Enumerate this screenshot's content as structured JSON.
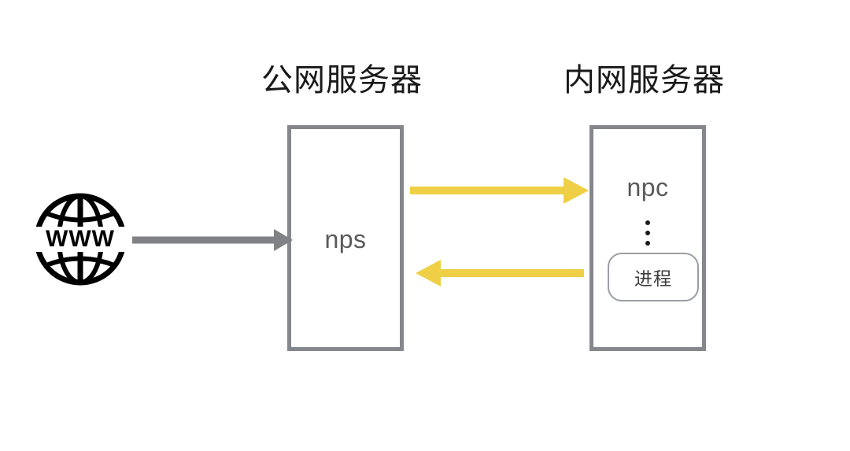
{
  "diagram": {
    "type": "network-architecture-diagram",
    "background_color": "#ffffff",
    "titles": {
      "public_server": "公网服务器",
      "private_server": "内网服务器"
    },
    "nodes": [
      {
        "id": "internet",
        "icon": "globe-www-icon",
        "label": "WWW",
        "color": "#000000"
      },
      {
        "id": "nps",
        "label": "nps",
        "border_color": "#84878c",
        "text_color": "#595959"
      },
      {
        "id": "npc",
        "label": "npc",
        "border_color": "#84878c",
        "text_color": "#595959",
        "ellipsis": "⋮",
        "child": {
          "id": "process",
          "label": "进程",
          "border_color": "#9a9da1",
          "text_color": "#3d3d3d"
        }
      }
    ],
    "arrows": [
      {
        "id": "internet-to-nps",
        "from": "internet",
        "to": "nps",
        "direction": "right",
        "color": "#808285"
      },
      {
        "id": "nps-to-npc",
        "from": "nps",
        "to": "npc",
        "direction": "right",
        "color": "#efcf45"
      },
      {
        "id": "npc-to-nps",
        "from": "npc",
        "to": "nps",
        "direction": "left",
        "color": "#efcf45"
      }
    ],
    "colors": {
      "yellow": "#efcf45",
      "gray_arrow": "#808285",
      "box_border": "#84878c",
      "title_text": "#1a1a1a"
    }
  }
}
